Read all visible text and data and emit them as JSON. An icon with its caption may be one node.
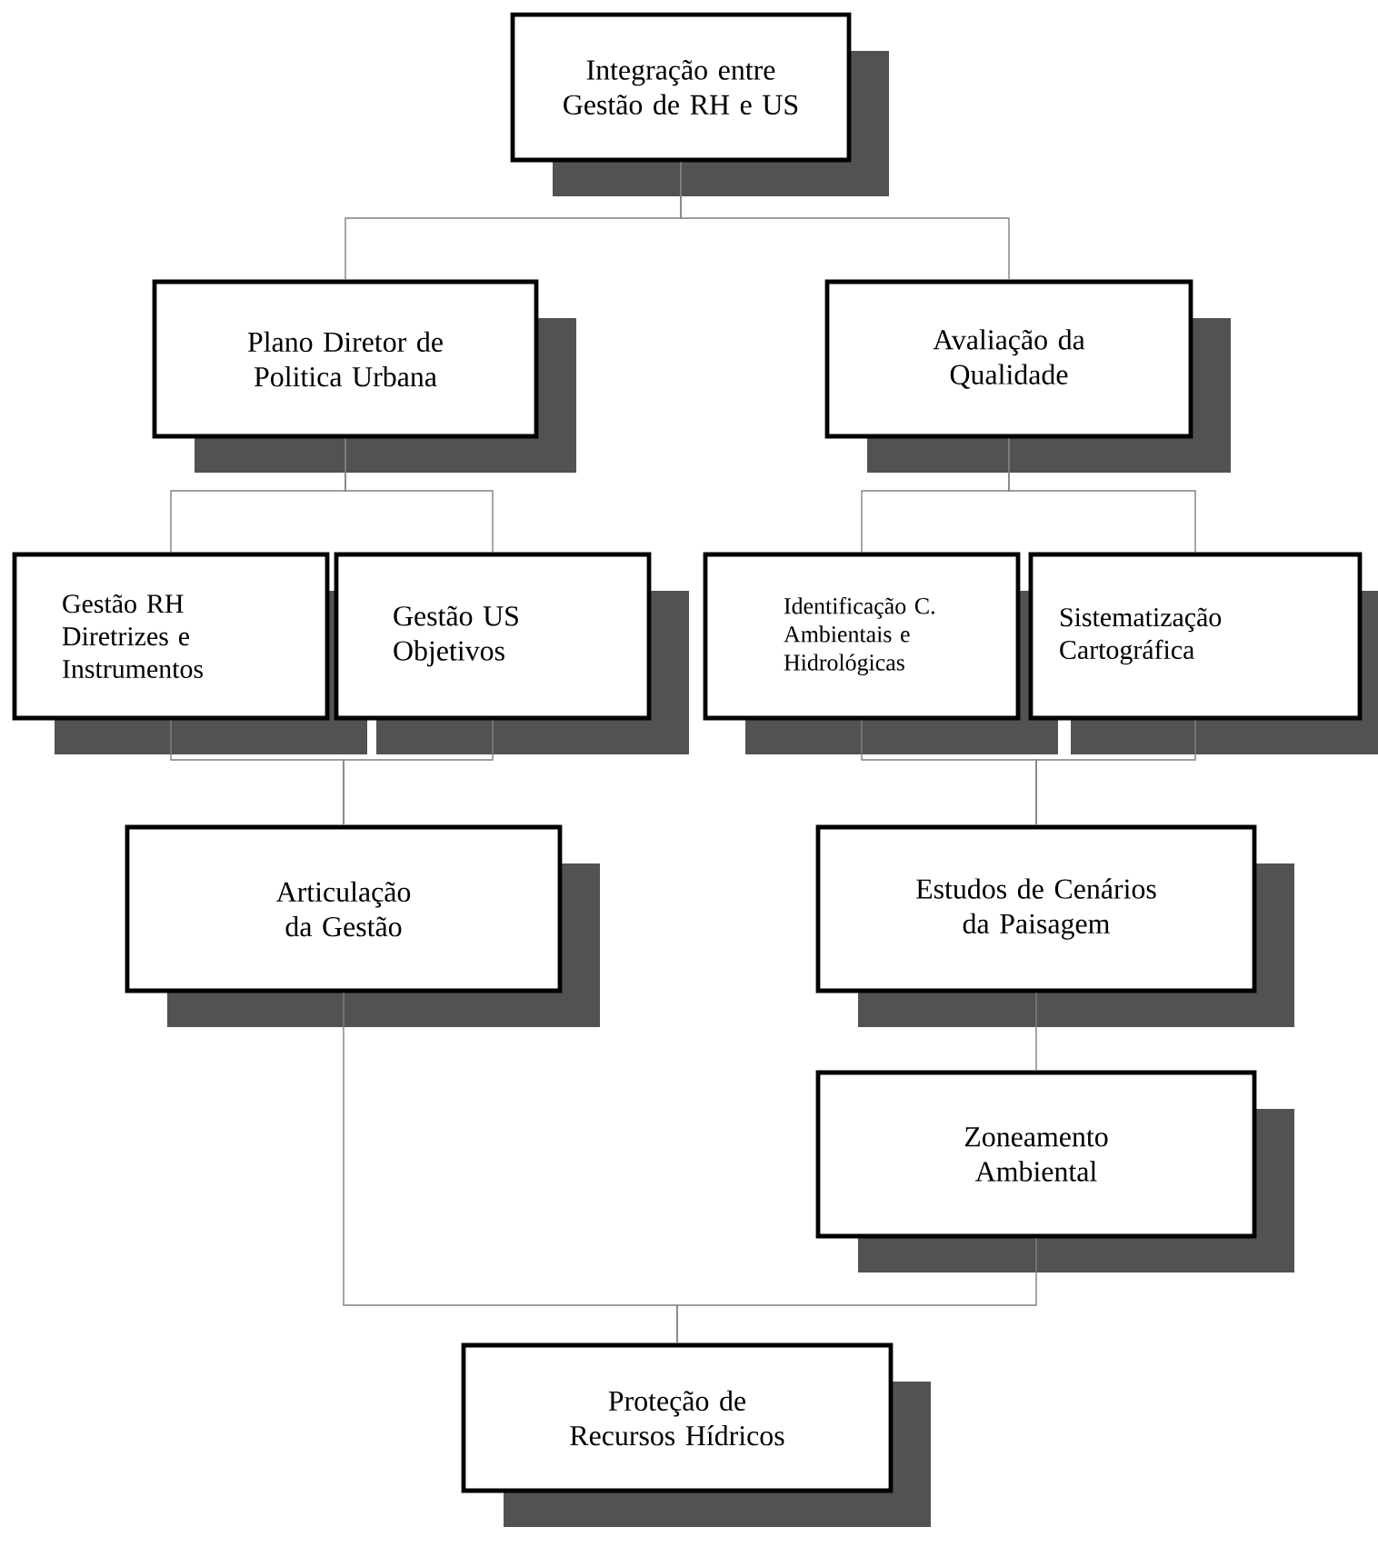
{
  "diagram": {
    "nodes": [
      {
        "text": [
          "Integração entre Gestão de RH e US"
        ]
      },
      {
        "text": [
          "Plano Diretor de Politica Urbana"
        ]
      },
      {
        "text": [
          "Avaliação da Qualidade"
        ]
      },
      {
        "text": [
          "Gestão RH Diretrizes e Instrumentos"
        ]
      },
      {
        "text": [
          "Gestão US Objetivos"
        ]
      },
      {
        "text": [
          "Identificação C. Ambientais e Hidrológicas"
        ]
      },
      {
        "text": [
          "Sistematização Cartográfica"
        ]
      },
      {
        "text": [
          "Articulação da Gestão"
        ]
      },
      {
        "text": [
          "Estudos de Cenários da Paisagem"
        ]
      },
      {
        "text": [
          "Zoneamento Ambiental"
        ]
      },
      {
        "text": [
          "Proteção de Recursos Hídricos"
        ]
      }
    ],
    "edges": [
      {
        "from": 0,
        "to": 1,
        "arrow": "none"
      },
      {
        "from": 0,
        "to": 2,
        "arrow": "none"
      },
      {
        "from": 1,
        "to": 3,
        "arrow": "none"
      },
      {
        "from": 1,
        "to": 4,
        "arrow": "none"
      },
      {
        "from": 2,
        "to": 5,
        "arrow": "none"
      },
      {
        "from": 2,
        "to": 6,
        "arrow": "none"
      },
      {
        "from": 3,
        "to": 7,
        "arrow": "none"
      },
      {
        "from": 4,
        "to": 7,
        "arrow": "none"
      },
      {
        "from": 5,
        "to": 8,
        "arrow": "none"
      },
      {
        "from": 6,
        "to": 8,
        "arrow": "none"
      },
      {
        "from": 8,
        "to": 9,
        "arrow": "none"
      },
      {
        "from": 7,
        "to": 10,
        "arrow": "none"
      },
      {
        "from": 9,
        "to": 10,
        "arrow": "none"
      }
    ]
  }
}
